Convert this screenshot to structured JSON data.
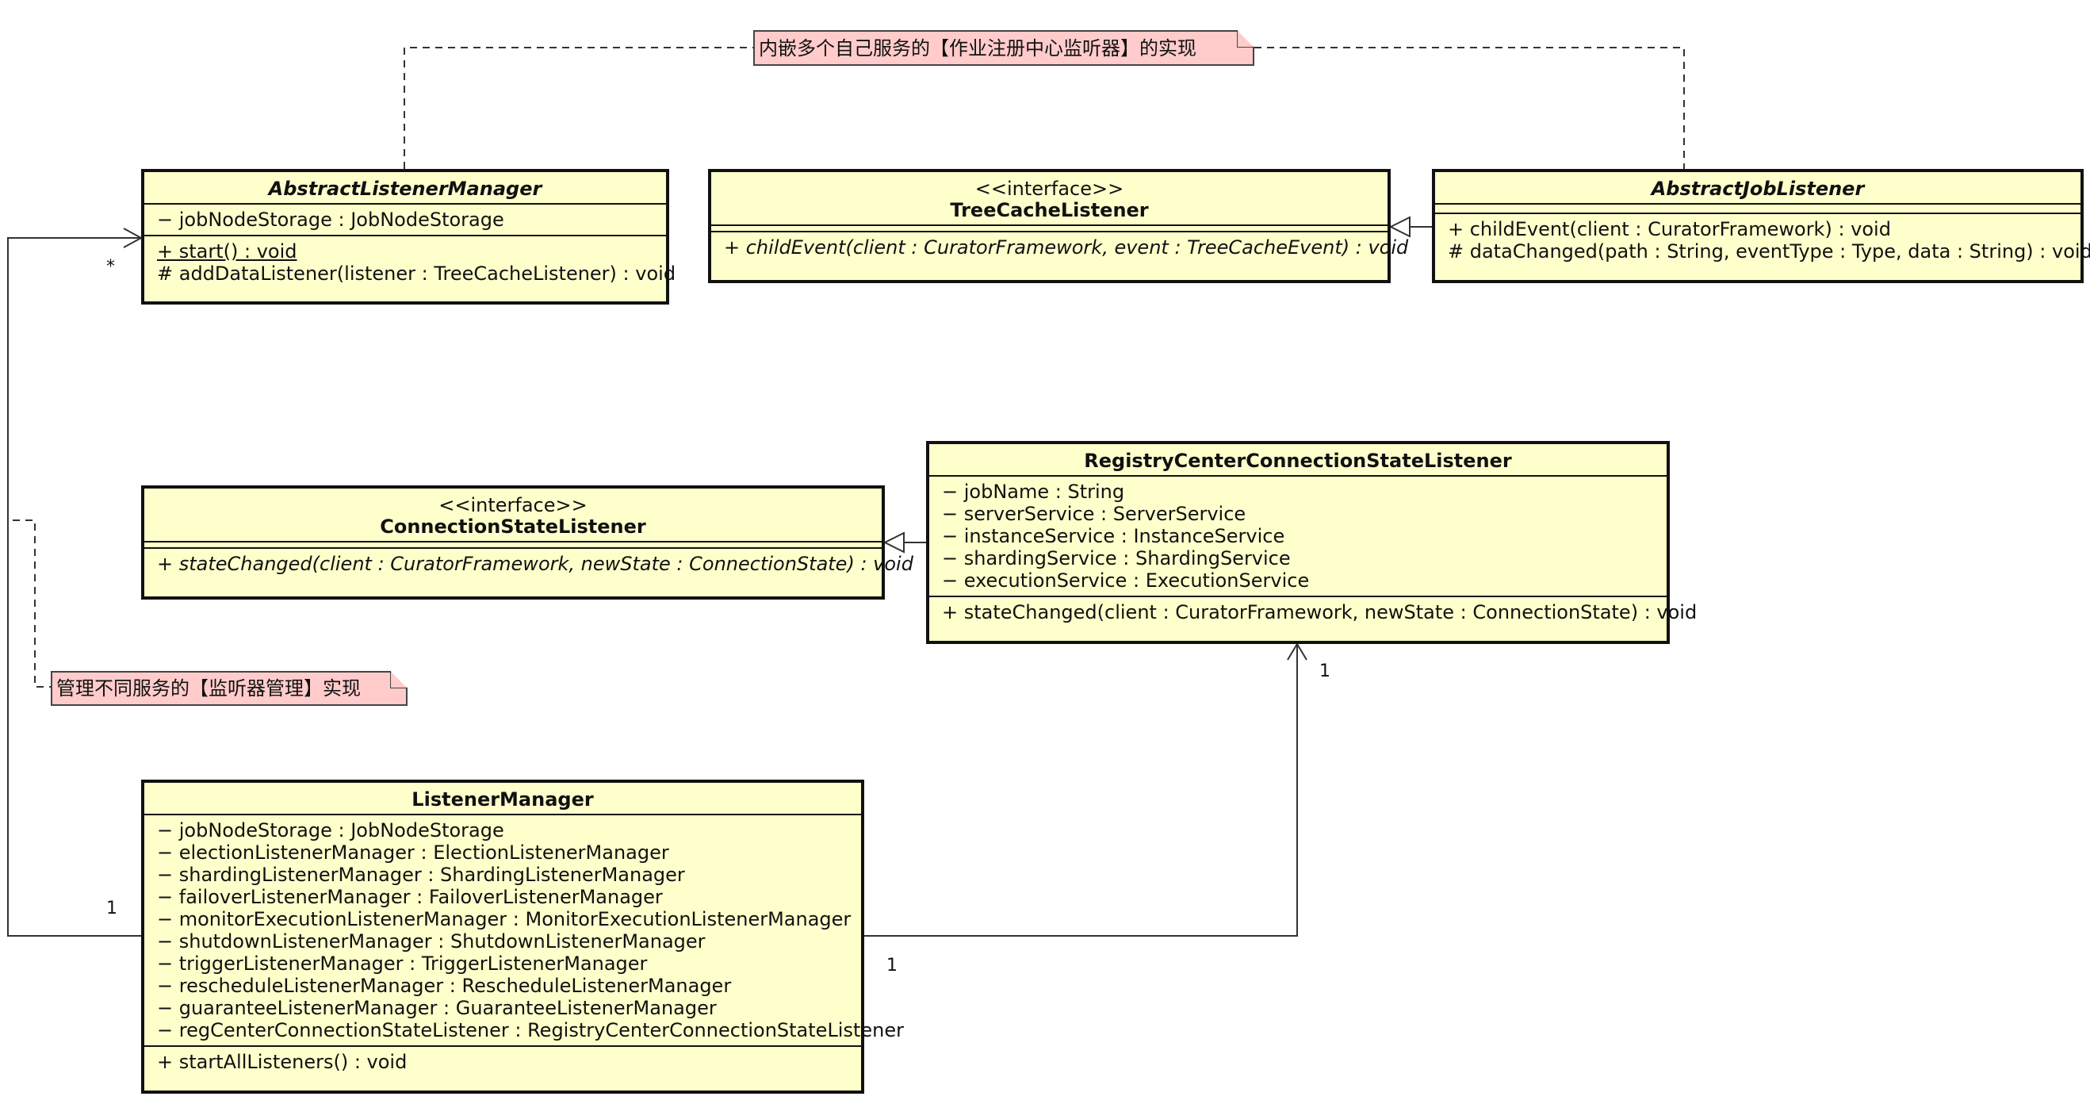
{
  "notes": {
    "listener_impl": "内嵌多个自己服务的【作业注册中心监听器】的实现",
    "manager_impl": "管理不同服务的【监听器管理】实现"
  },
  "classes": {
    "abstract_listener_manager": {
      "name": "AbstractListenerManager",
      "attributes": [
        "− jobNodeStorage : JobNodeStorage"
      ],
      "operations": [
        "+ start() : void",
        "# addDataListener(listener : TreeCacheListener) : void"
      ]
    },
    "tree_cache_listener": {
      "stereotype": "<<interface>>",
      "name": "TreeCacheListener",
      "operations": [
        "+ childEvent(client : CuratorFramework, event : TreeCacheEvent) : void"
      ]
    },
    "abstract_job_listener": {
      "name": "AbstractJobListener",
      "operations": [
        "+ childEvent(client : CuratorFramework) : void",
        "# dataChanged(path : String, eventType : Type, data : String) : void"
      ]
    },
    "connection_state_listener": {
      "stereotype": "<<interface>>",
      "name": "ConnectionStateListener",
      "operations": [
        "+ stateChanged(client : CuratorFramework, newState : ConnectionState) : void"
      ]
    },
    "registry_center_listener": {
      "name": "RegistryCenterConnectionStateListener",
      "attributes": [
        "− jobName : String",
        "− serverService : ServerService",
        "− instanceService : InstanceService",
        "− shardingService : ShardingService",
        "− executionService : ExecutionService"
      ],
      "operations": [
        "+ stateChanged(client : CuratorFramework, newState : ConnectionState) : void"
      ]
    },
    "listener_manager": {
      "name": "ListenerManager",
      "attributes": [
        "− jobNodeStorage : JobNodeStorage",
        "− electionListenerManager : ElectionListenerManager",
        "− shardingListenerManager : ShardingListenerManager",
        "− failoverListenerManager : FailoverListenerManager",
        "− monitorExecutionListenerManager : MonitorExecutionListenerManager",
        "− shutdownListenerManager : ShutdownListenerManager",
        "− triggerListenerManager : TriggerListenerManager",
        "− rescheduleListenerManager : RescheduleListenerManager",
        "− guaranteeListenerManager : GuaranteeListenerManager",
        "− regCenterConnectionStateListener : RegistryCenterConnectionStateListener"
      ],
      "operations": [
        "+ startAllListeners() : void"
      ]
    }
  },
  "multiplicities": {
    "abstract_manager_many": "*",
    "listener_manager_left_one": "1",
    "listener_manager_right_one": "1",
    "registry_listener_one": "1"
  }
}
